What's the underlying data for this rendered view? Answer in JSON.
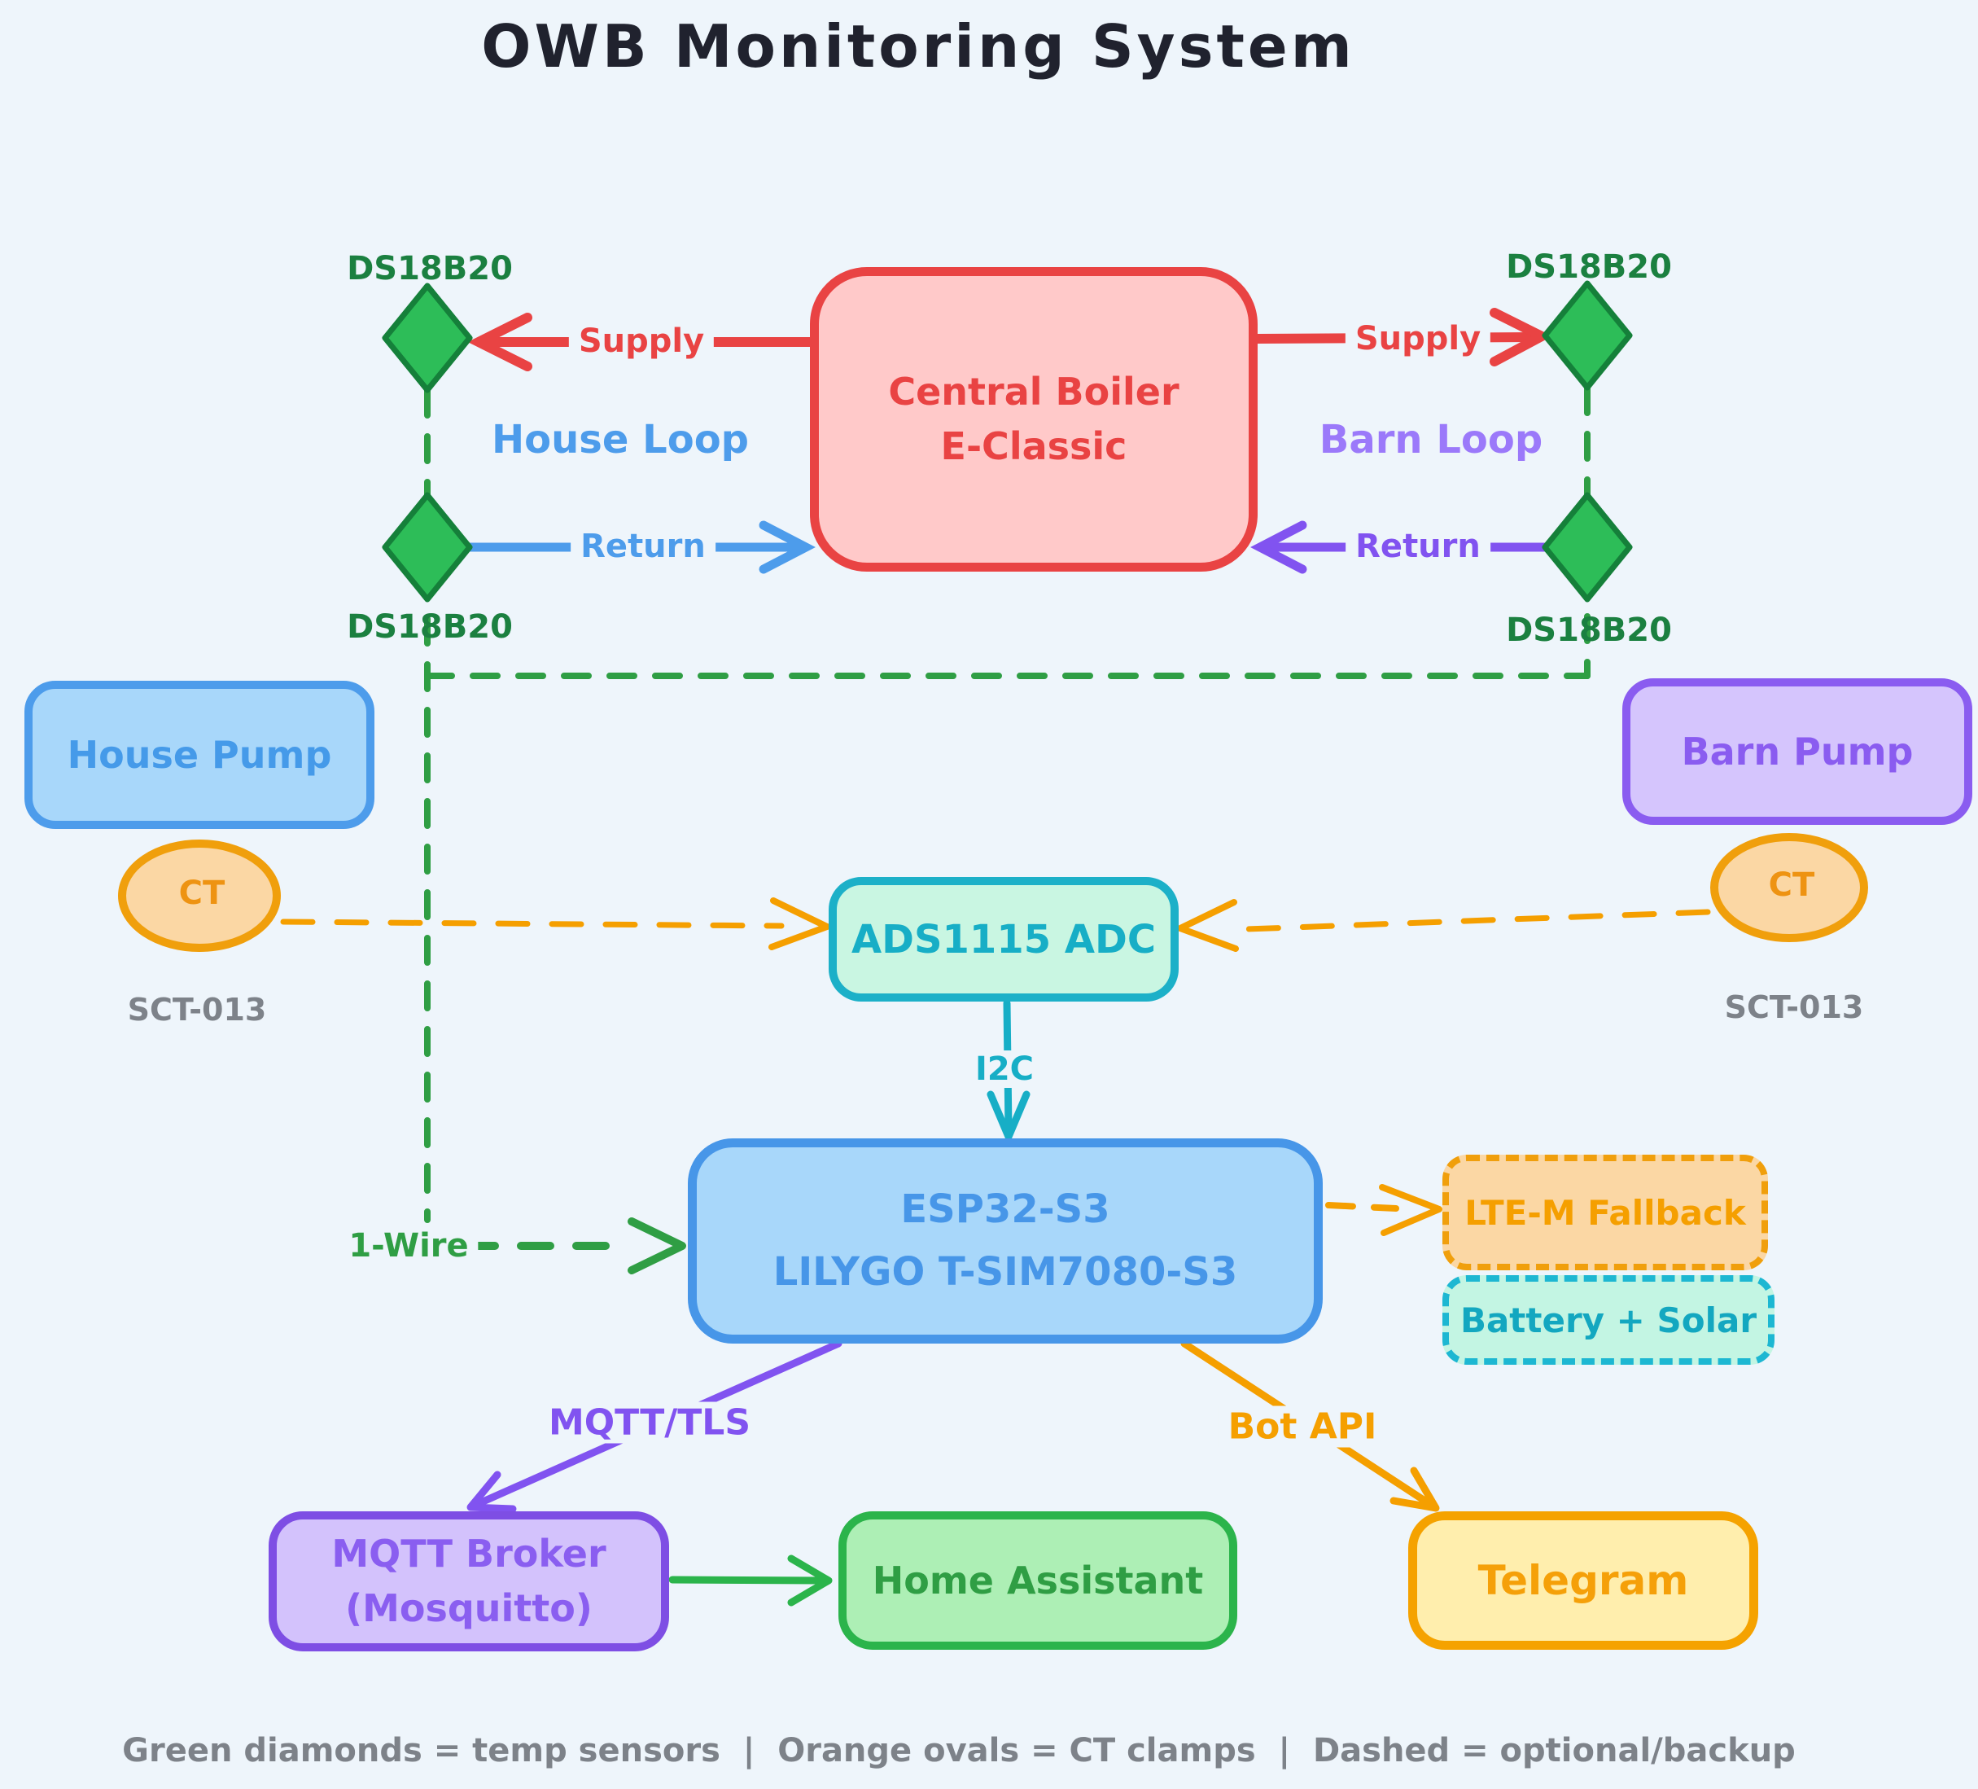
{
  "title": "OWB Monitoring System",
  "boiler": {
    "line1": "Central Boiler",
    "line2": "E-Classic"
  },
  "loops": {
    "house": {
      "label": "House Loop",
      "supply": "Supply",
      "return": "Return"
    },
    "barn": {
      "label": "Barn Loop",
      "supply": "Supply",
      "return": "Return"
    }
  },
  "sensors": {
    "temp": "DS18B20",
    "ct": "CT",
    "ct_model": "SCT-013"
  },
  "pumps": {
    "house": "House Pump",
    "barn": "Barn Pump"
  },
  "adc": {
    "label": "ADS1115 ADC",
    "bus": "I2C"
  },
  "controller": {
    "line1": "ESP32-S3",
    "line2": "LILYGO T-SIM7080-S3",
    "onewire": "1-Wire"
  },
  "fallback": {
    "lte": "LTE-M Fallback",
    "power": "Battery + Solar"
  },
  "links": {
    "mqtt": "MQTT/TLS",
    "bot": "Bot API"
  },
  "services": {
    "broker_line1": "MQTT Broker",
    "broker_line2": "(Mosquitto)",
    "home_assistant": "Home Assistant",
    "telegram": "Telegram"
  },
  "legend": "Green diamonds = temp sensors  |  Orange ovals = CT clamps  |  Dashed = optional/backup",
  "colors": {
    "background": "#eef5fb",
    "red": "#e94343",
    "red_fill": "#ffc9c9",
    "green_diamond": "#2dbd58",
    "green_line": "#2f9e44",
    "blue": "#4d9ceb",
    "blue_fill": "#a8d7fa",
    "purple": "#8a5cf0",
    "purple_fill": "#d5c5fd",
    "orange": "#f59f00",
    "orange_fill": "#fbd7a4",
    "cyan": "#17aec6",
    "cyan_fill": "#c9f6e2",
    "ha_green": "#2bb44b",
    "ha_fill": "#adefb5",
    "yellow_fill": "#ffeead",
    "gray": "#7d8289"
  }
}
